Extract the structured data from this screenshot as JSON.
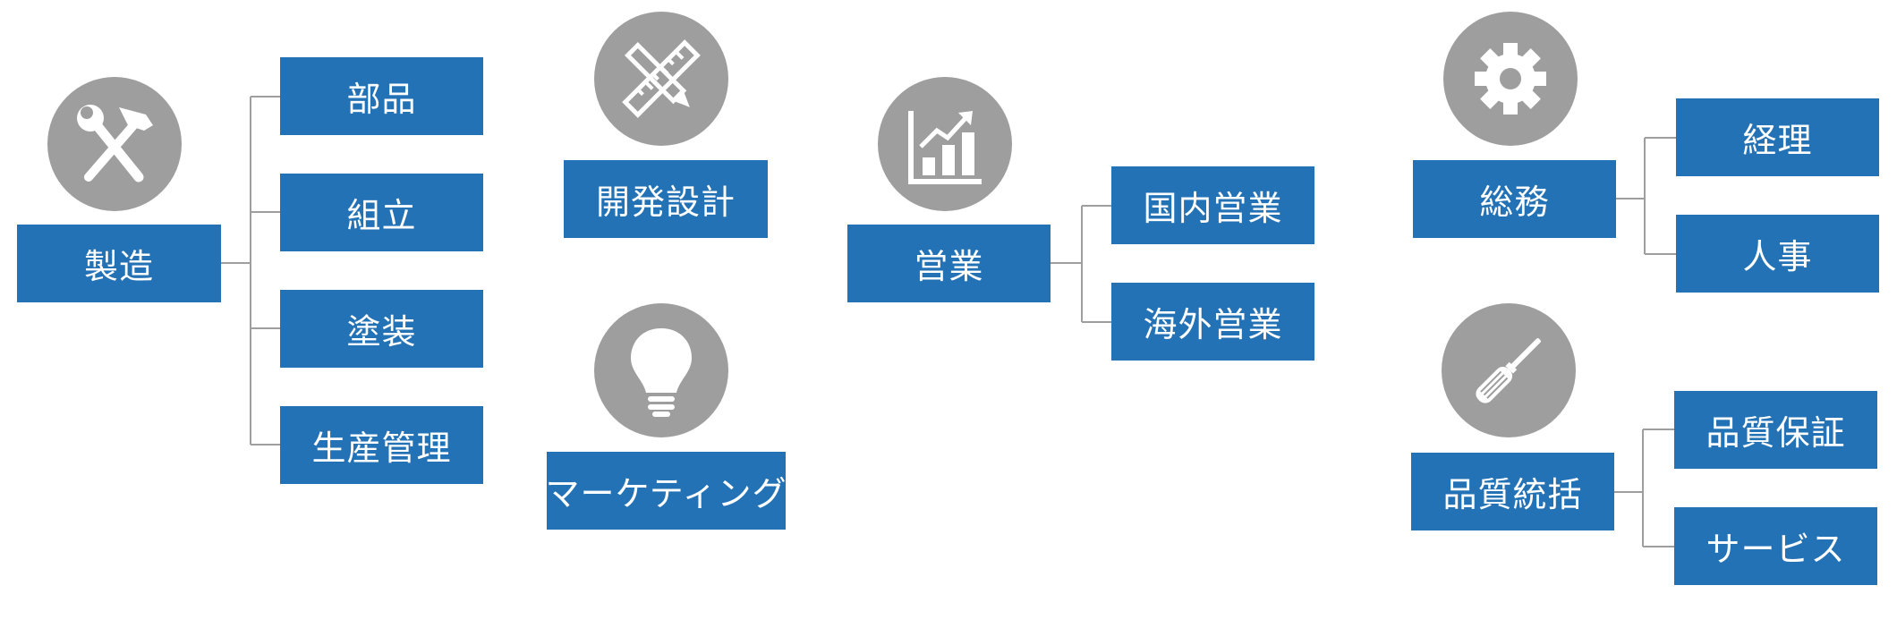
{
  "colors": {
    "box": "#2472b6",
    "box_text": "#ffffff",
    "icon_circle": "#9e9e9e",
    "icon": "#ffffff",
    "connector": "#9e9e9e"
  },
  "departments": {
    "manufacturing": {
      "label": "製造",
      "icon": "wrench-hammer-icon",
      "children": [
        "部品",
        "組立",
        "塗装",
        "生産管理"
      ]
    },
    "development": {
      "label": "開発設計",
      "icon": "pencil-ruler-icon"
    },
    "marketing": {
      "label": "マーケティング",
      "icon": "lightbulb-icon"
    },
    "sales": {
      "label": "営業",
      "icon": "growth-chart-icon",
      "children": [
        "国内営業",
        "海外営業"
      ]
    },
    "general_affairs": {
      "label": "総務",
      "icon": "gear-icon",
      "children": [
        "経理",
        "人事"
      ]
    },
    "quality": {
      "label": "品質統括",
      "icon": "screwdriver-icon",
      "children": [
        "品質保証",
        "サービス"
      ]
    }
  }
}
